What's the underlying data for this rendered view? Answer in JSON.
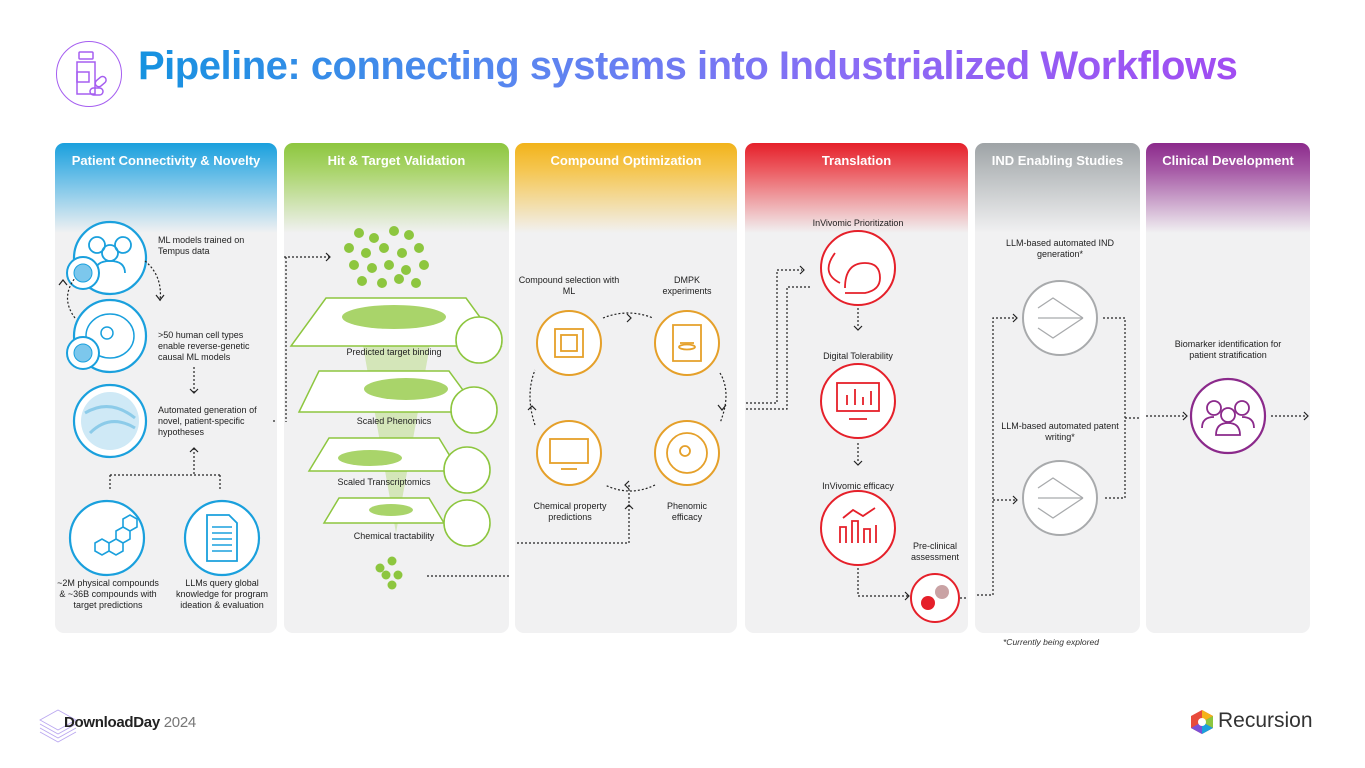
{
  "header": {
    "title": "Pipeline: connecting systems into Industrialized Workflows",
    "title_icon": "medicine-bottle-icon",
    "gradient_colors": [
      "#1592e0",
      "#a14cf2"
    ]
  },
  "stages": [
    {
      "title": "Patient Connectivity & Novelty",
      "color": "#1aa0dd",
      "items": [
        {
          "icon": "patients-network-icon",
          "label": "ML models trained on Tempus data"
        },
        {
          "icon": "cell-network-icon",
          "label": ">50 human cell types enable reverse-genetic causal ML models"
        },
        {
          "icon": "hypothesis-sphere-icon",
          "label": "Automated generation of novel, patient-specific hypotheses"
        },
        {
          "icon": "molecule-icon",
          "label": "~2M physical compounds & ~36B compounds with target predictions"
        },
        {
          "icon": "document-icon",
          "label": "LLMs query global knowledge for program ideation & evaluation"
        }
      ]
    },
    {
      "title": "Hit & Target Validation",
      "color": "#8dc63f",
      "items": [
        {
          "icon": "protein-binding-icon",
          "label": "Predicted target binding"
        },
        {
          "icon": "cell-icon",
          "label": "Scaled Phenomics"
        },
        {
          "icon": "dna-icon",
          "label": "Scaled Transcriptomics"
        },
        {
          "icon": "chemical-structure-icon",
          "label": "Chemical tractability"
        }
      ]
    },
    {
      "title": "Compound Optimization",
      "color": "#f2b31a",
      "items": [
        {
          "icon": "chip-icon",
          "label": "Compound selection with ML"
        },
        {
          "icon": "lab-instrument-icon",
          "label": "DMPK experiments"
        },
        {
          "icon": "monitor-molecule-icon",
          "label": "Chemical property predictions"
        },
        {
          "icon": "cell-icon",
          "label": "Phenomic efficacy"
        }
      ]
    },
    {
      "title": "Translation",
      "color": "#e5202a",
      "items": [
        {
          "icon": "mouse-icon",
          "label": "InVivomic Prioritization"
        },
        {
          "icon": "monitor-chart-icon",
          "label": "Digital Tolerability"
        },
        {
          "icon": "bar-line-chart-icon",
          "label": "InVivomic efficacy"
        },
        {
          "icon": "molecule-link-icon",
          "label": "Pre-clinical assessment"
        }
      ]
    },
    {
      "title": "IND Enabling Studies",
      "color": "#9ea3a6",
      "items": [
        {
          "icon": "neural-network-icon",
          "label": "LLM-based automated IND generation*"
        },
        {
          "icon": "neural-network-icon",
          "label": "LLM-based automated patent writing*"
        }
      ]
    },
    {
      "title": "Clinical Development",
      "color": "#8b2a8b",
      "items": [
        {
          "icon": "patients-icon",
          "label": "Biomarker identification for patient stratification"
        }
      ]
    }
  ],
  "footnote": "*Currently being explored",
  "footer": {
    "event_name": "DownloadDay",
    "event_year": "2024",
    "brand": "Recursion"
  }
}
